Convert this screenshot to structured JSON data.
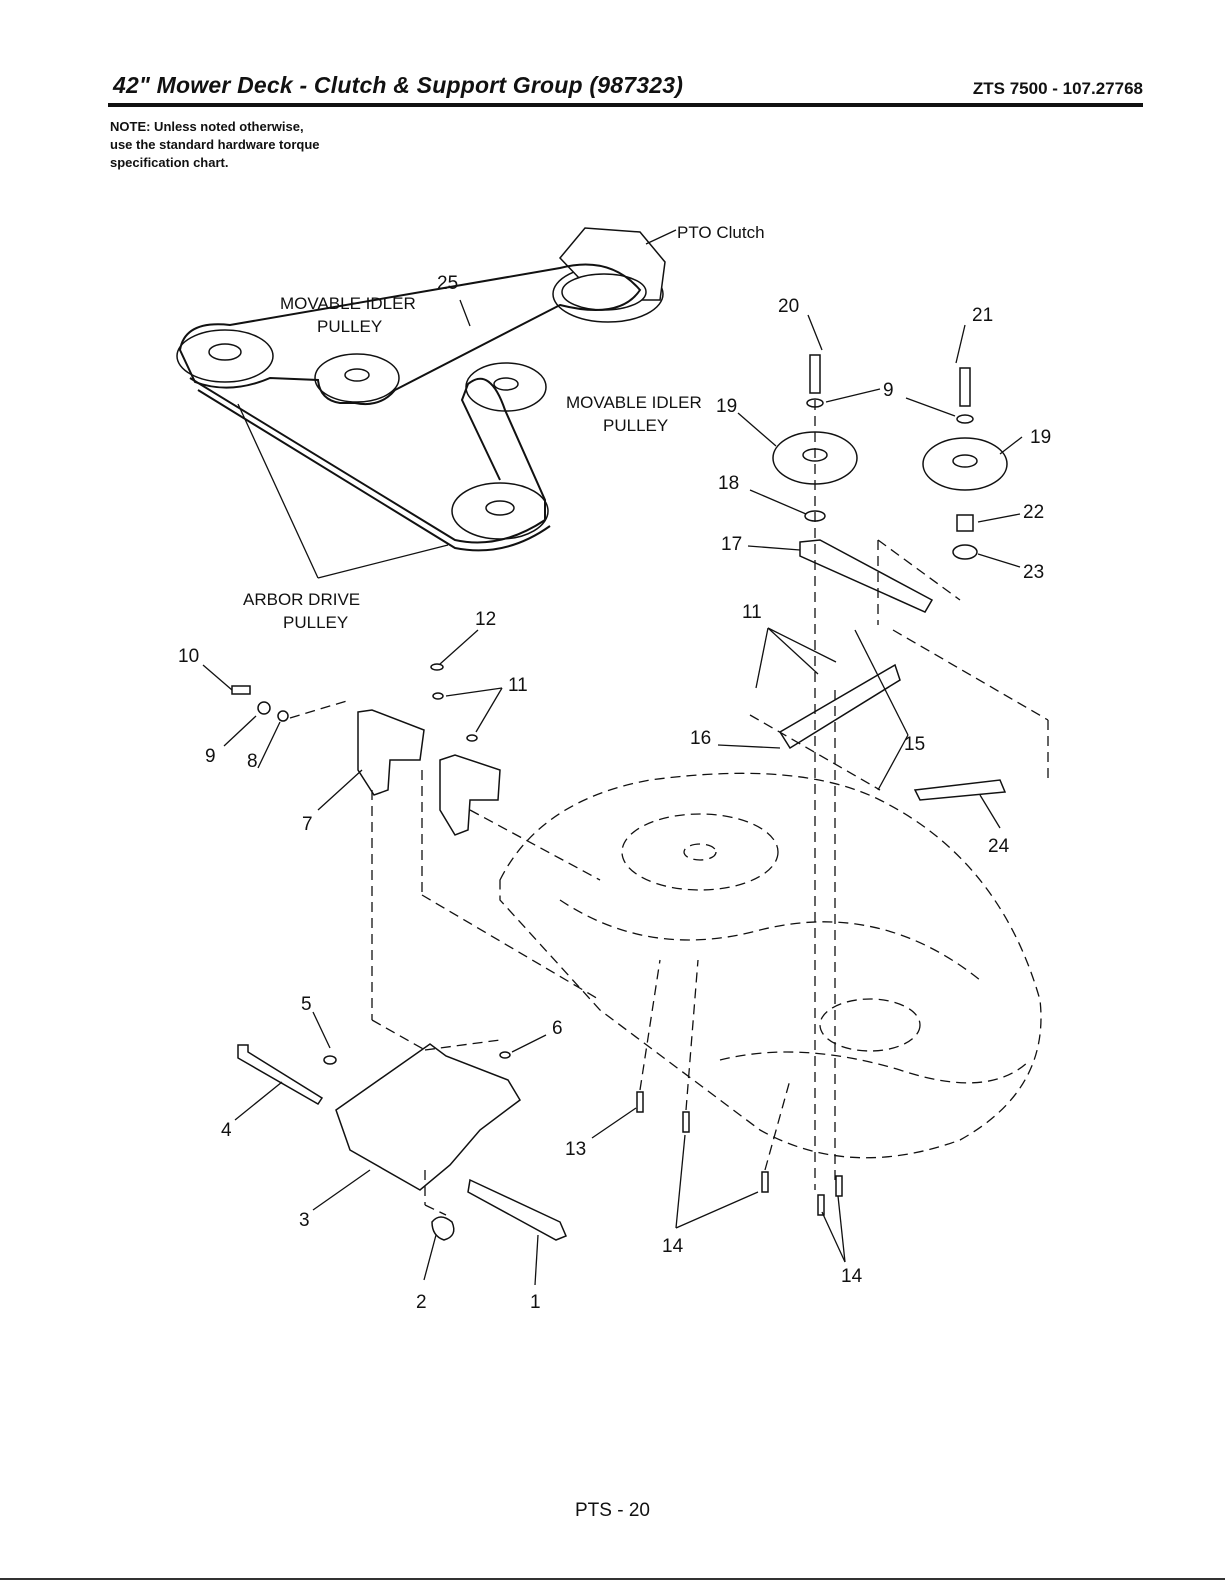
{
  "header": {
    "title": "42\" Mower Deck - Clutch & Support Group (987323)",
    "model": "ZTS 7500 - 107.27768"
  },
  "note": {
    "lines": [
      "NOTE: Unless noted otherwise,",
      "use the standard hardware torque",
      "specification chart."
    ]
  },
  "diagram": {
    "text_labels": {
      "pto_clutch": "PTO Clutch",
      "movable_idler_1_l1": "MOVABLE IDLER",
      "movable_idler_1_l2": "PULLEY",
      "movable_idler_2_l1": "MOVABLE IDLER",
      "movable_idler_2_l2": "PULLEY",
      "arbor_drive_l1": "ARBOR DRIVE",
      "arbor_drive_l2": "PULLEY"
    },
    "callouts": {
      "c1": "1",
      "c2": "2",
      "c3": "3",
      "c4": "4",
      "c5": "5",
      "c6": "6",
      "c7": "7",
      "c8": "8",
      "c9a": "9",
      "c9b": "9",
      "c10": "10",
      "c11a": "11",
      "c11b": "11",
      "c12": "12",
      "c13": "13",
      "c14a": "14",
      "c14b": "14",
      "c15": "15",
      "c16": "16",
      "c17": "17",
      "c18": "18",
      "c19a": "19",
      "c19b": "19",
      "c20": "20",
      "c21": "21",
      "c22": "22",
      "c23": "23",
      "c24": "24",
      "c25": "25"
    }
  },
  "footer": {
    "page": "PTS - 20"
  }
}
